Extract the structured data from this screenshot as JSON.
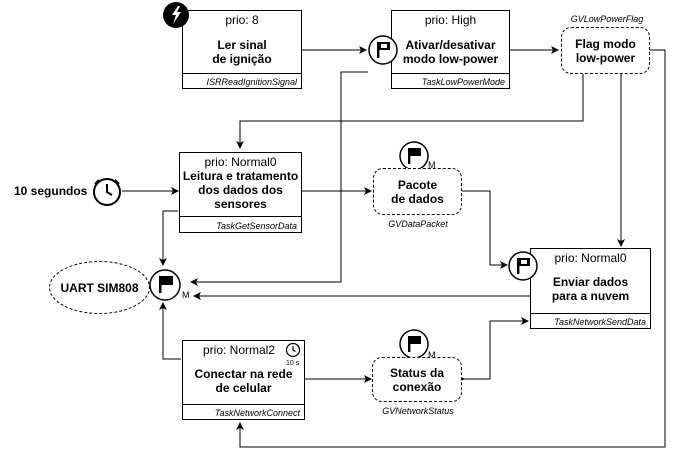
{
  "tasks": {
    "read_ignition": {
      "prio": "prio: 8",
      "main": "Ler sinal\nde ignição",
      "name": "ISRReadIgnitionSignal"
    },
    "low_power": {
      "prio": "prio: High",
      "main": "Ativar/desativar\nmodo low-power",
      "name": "TaskLowPowerMode"
    },
    "sensor": {
      "prio": "prio: Normal0",
      "main": "Leitura e tratamento\ndos dados dos\nsensores",
      "name": "TaskGetSensorData"
    },
    "send": {
      "prio": "prio: Normal0",
      "main": "Enviar dados\npara a nuvem",
      "name": "TaskNetworkSendData"
    },
    "connect": {
      "prio": "prio: Normal2",
      "main": "Conectar na rede\nde celular",
      "name": "TaskNetworkConnect",
      "timer_label": "10 s"
    }
  },
  "queues": {
    "flag": {
      "main": "Flag modo\nlow-power",
      "name": "GVLowPowerFlag"
    },
    "packet": {
      "main": "Pacote\nde dados",
      "name": "GVDataPacket"
    },
    "status": {
      "main": "Status da\nconexão",
      "name": "GVNetworkStatus"
    }
  },
  "external": {
    "uart": "UART SIM808",
    "timer": "10 segundos"
  },
  "mutex_marker": "M",
  "icons": [
    "lightning-icon",
    "flag-icon",
    "clock-icon",
    "mutex-flag-icon"
  ]
}
